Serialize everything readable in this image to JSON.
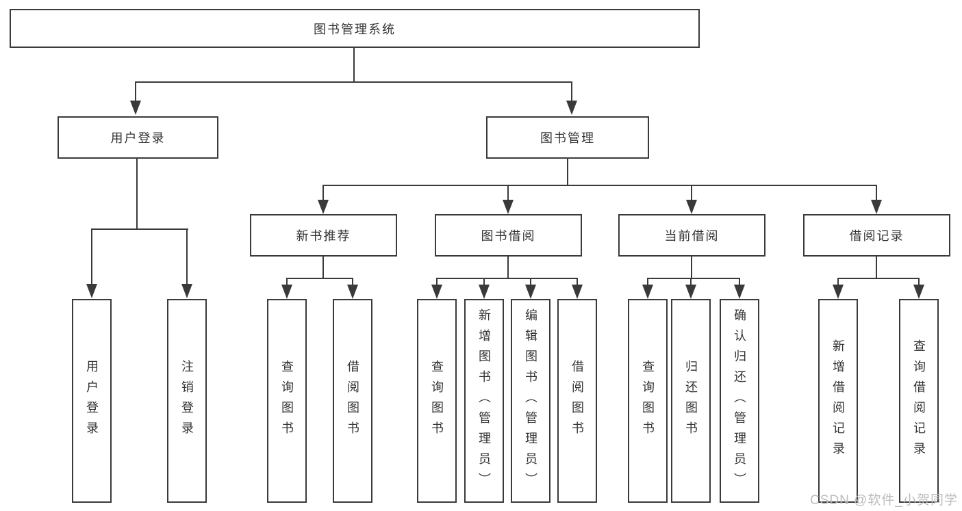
{
  "diagram": {
    "root": {
      "label": "图书管理系统"
    },
    "branches": [
      {
        "label": "用户登录",
        "leaves": [
          "用户登录",
          "注销登录"
        ]
      },
      {
        "label": "图书管理",
        "children": [
          {
            "label": "新书推荐",
            "leaves": [
              "查询图书",
              "借阅图书"
            ]
          },
          {
            "label": "图书借阅",
            "leaves": [
              "查询图书",
              "新增图书（管理员）",
              "编辑图书（管理员）",
              "借阅图书"
            ]
          },
          {
            "label": "当前借阅",
            "leaves": [
              "查询图书",
              "归还图书",
              "确认归还（管理员）"
            ]
          },
          {
            "label": "借阅记录",
            "leaves": [
              "新增借阅记录",
              "查询借阅记录"
            ]
          }
        ]
      }
    ]
  },
  "watermark": "CSDN @软件_小贺同学",
  "colors": {
    "line": "#3a3a3a",
    "text": "#333333",
    "background": "#ffffff",
    "watermark": "#bcbcbc"
  }
}
